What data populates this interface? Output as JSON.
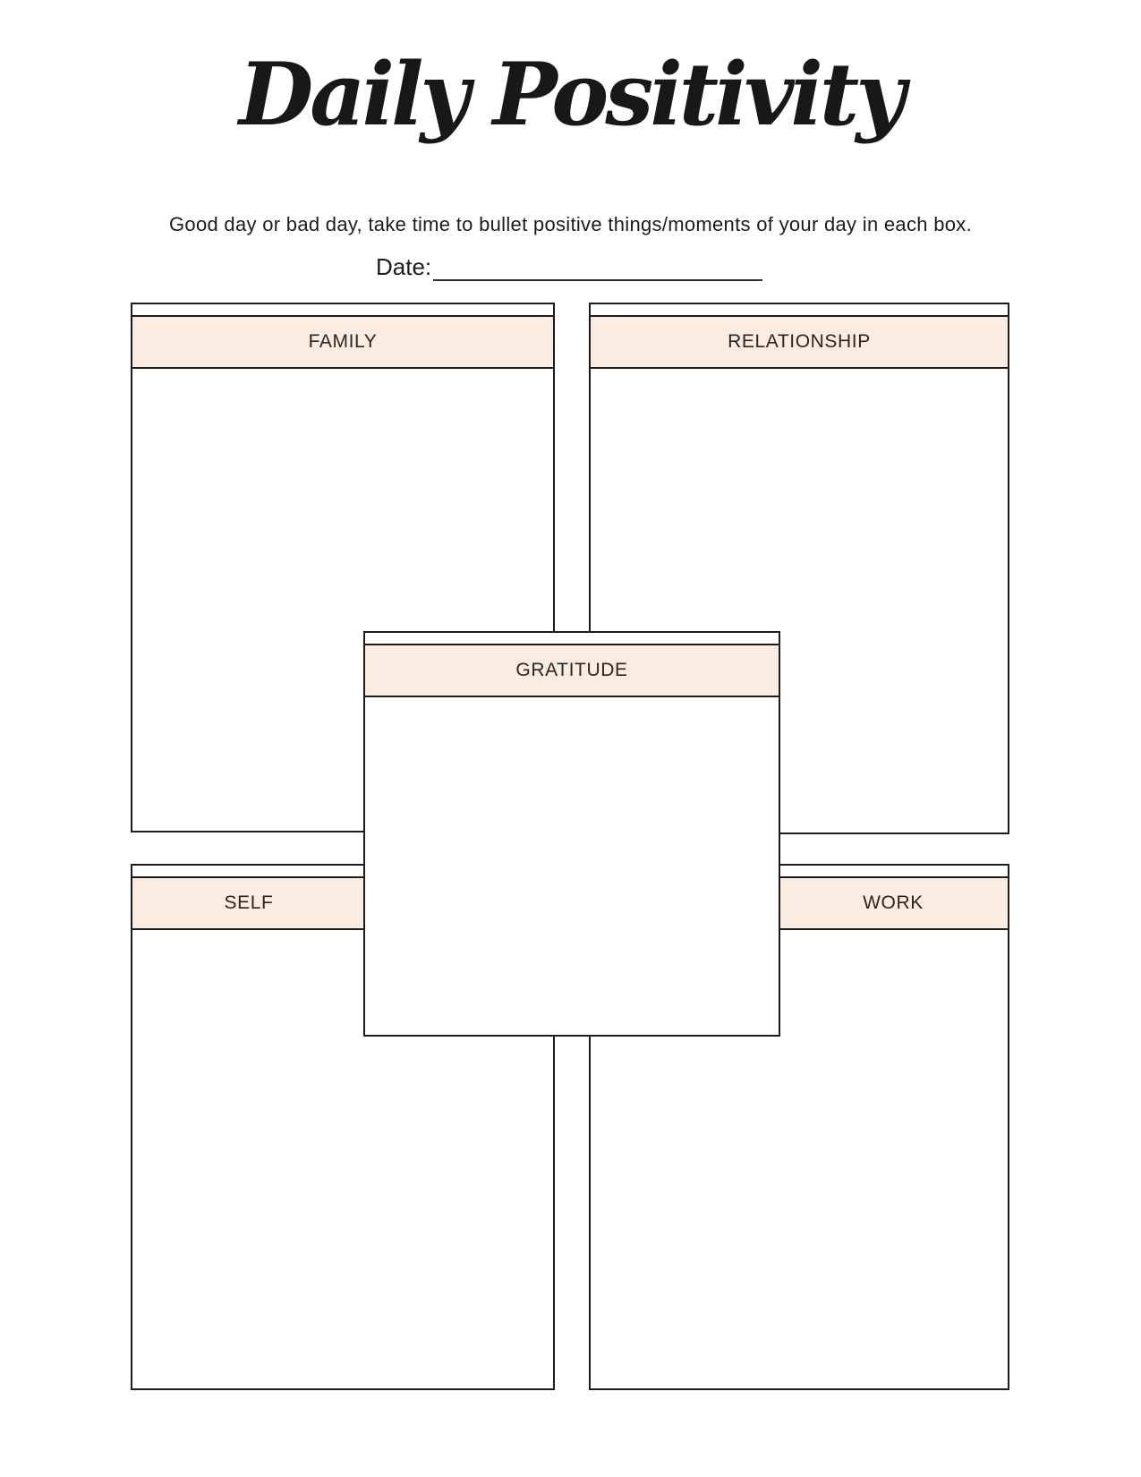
{
  "page": {
    "title": "Daily Positivity",
    "subtitle": "Good day or bad day, take time to bullet positive things/moments of your day in each box.",
    "date_label": "Date:",
    "date_value": ""
  },
  "boxes": {
    "family": {
      "label": "FAMILY"
    },
    "relationship": {
      "label": "RELATIONSHIP"
    },
    "gratitude": {
      "label": "GRATITUDE"
    },
    "self": {
      "label": "SELF"
    },
    "work": {
      "label": "WORK"
    }
  },
  "colors": {
    "header_band_fill": "#fbece1",
    "box_border": "#1c1c1c",
    "text": "#1c1c1c",
    "page_background": "#ffffff"
  }
}
